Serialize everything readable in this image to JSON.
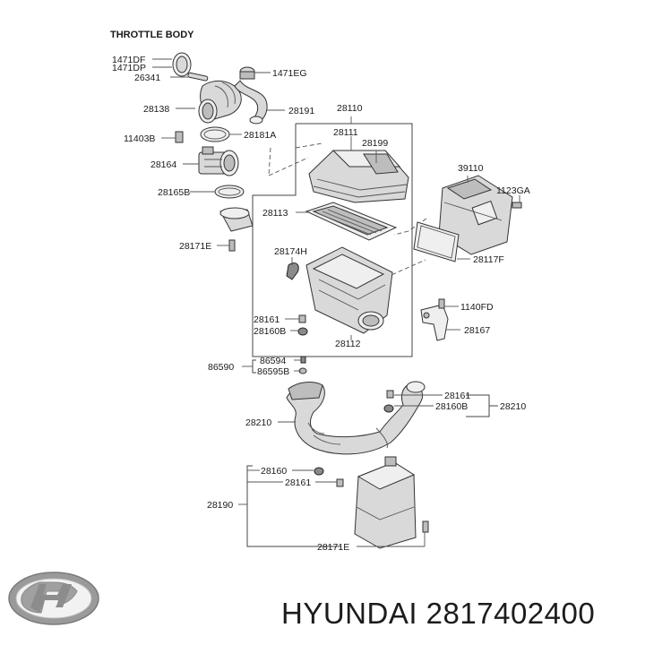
{
  "diagram": {
    "header_label": "THROTTLE BODY",
    "labels": {
      "p1471DF": "1471DF",
      "p1471DP": "1471DP",
      "p26341": "26341",
      "p1471EG": "1471EG",
      "p28138": "28138",
      "p28191": "28191",
      "p28110": "28110",
      "p11403B": "11403B",
      "p28181A": "28181A",
      "p28111": "28111",
      "p28199": "28199",
      "p28164": "28164",
      "p39110": "39110",
      "p28165B": "28165B",
      "p1123GA": "1123GA",
      "p28113": "28113",
      "p28171E_top": "28171E",
      "p28174H": "28174H",
      "p28117F": "28117F",
      "p1140FD": "1140FD",
      "p28161_left": "28161",
      "p28160B_left": "28160B",
      "p28112": "28112",
      "p28167": "28167",
      "p86594": "86594",
      "p86590": "86590",
      "p86595B": "86595B",
      "p28161_right": "28161",
      "p28160B_right": "28160B",
      "p28210_right": "28210",
      "p28210_left": "28210",
      "p28160_bottom": "28160",
      "p28161_bottom": "28161",
      "p28190": "28190",
      "p28171E_bottom": "28171E"
    }
  },
  "brand": {
    "logo_icon": "hyundai-logo-icon",
    "caption": "HYUNDAI 2817402400"
  }
}
